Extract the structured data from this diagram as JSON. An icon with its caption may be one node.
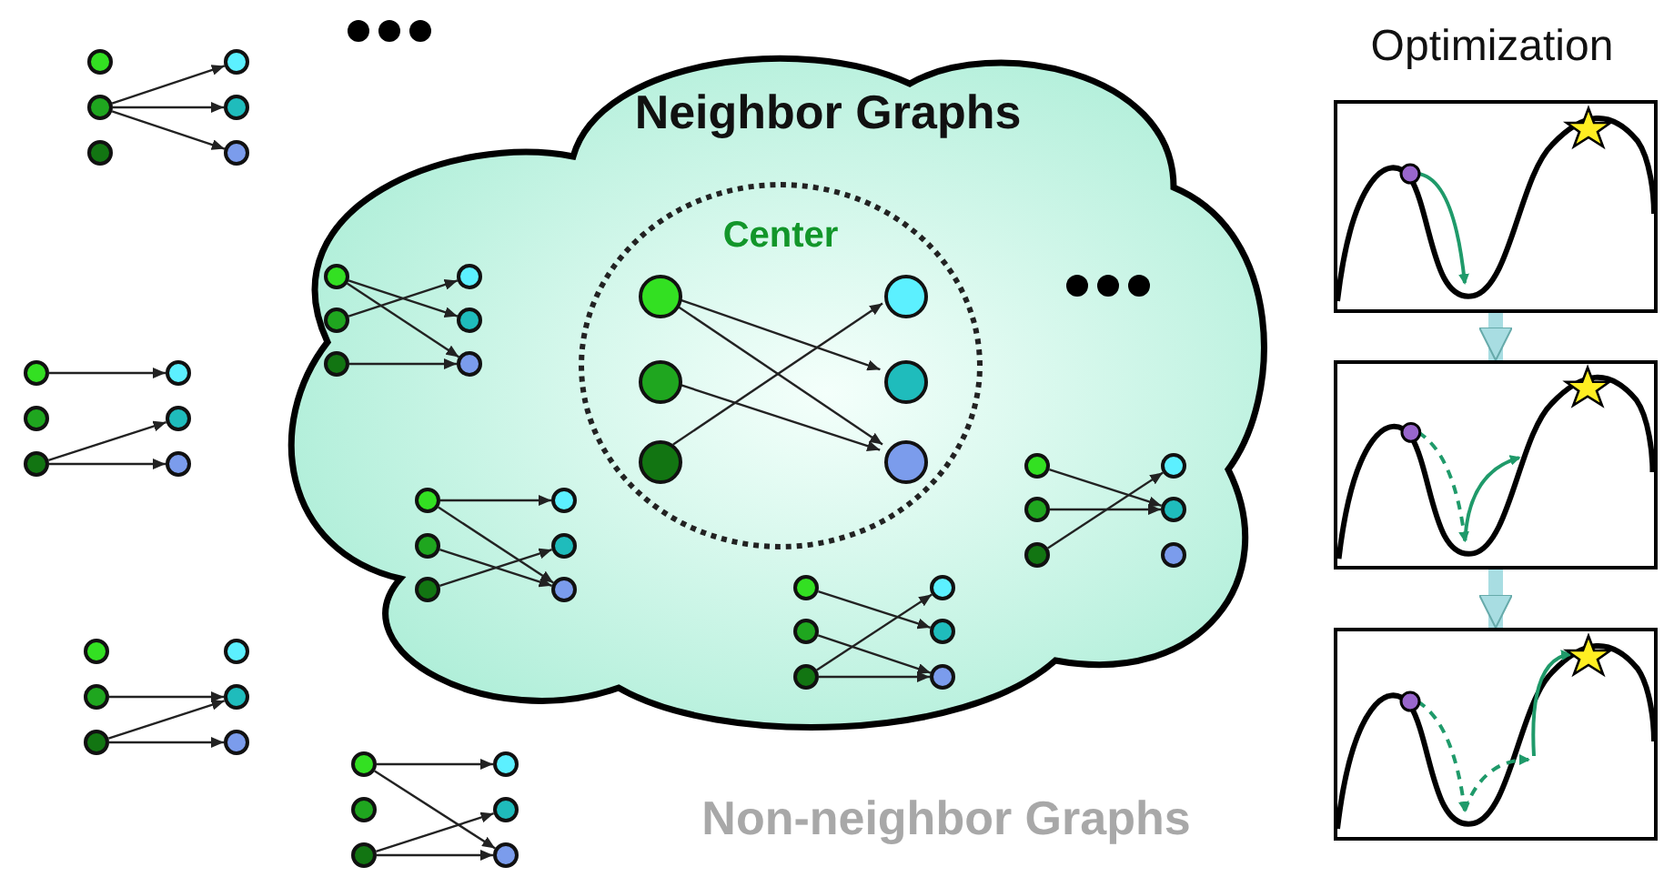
{
  "diagram": {
    "nodes": [
      {
        "text": [
          "Neighbor Graphs"
        ]
      },
      {
        "text": [
          "Center"
        ],
        "in": 0
      },
      {
        "text": [],
        "shape": "circle",
        "in": 1
      },
      {
        "text": [],
        "shape": "circle",
        "in": 1
      },
      {
        "text": [],
        "shape": "circle",
        "in": 1
      },
      {
        "text": [],
        "shape": "circle",
        "in": 1
      },
      {
        "text": [],
        "shape": "circle",
        "in": 1
      },
      {
        "text": [],
        "shape": "circle",
        "in": 1
      },
      {
        "text": [],
        "shape": "circle"
      },
      {
        "text": [],
        "shape": "circle"
      },
      {
        "text": [],
        "shape": "circle"
      },
      {
        "text": [],
        "shape": "circle"
      },
      {
        "text": [],
        "shape": "circle"
      },
      {
        "text": [],
        "shape": "circle"
      },
      {
        "text": [],
        "shape": "circle",
        "in": 0
      },
      {
        "text": [],
        "shape": "circle",
        "in": 0
      },
      {
        "text": [],
        "shape": "circle",
        "in": 0
      },
      {
        "text": [],
        "shape": "circle",
        "in": 0
      },
      {
        "text": [],
        "shape": "circle",
        "in": 0
      },
      {
        "text": [],
        "shape": "circle",
        "in": 0
      },
      {
        "text": [],
        "shape": "circle"
      },
      {
        "text": [],
        "shape": "circle"
      },
      {
        "text": [],
        "shape": "circle"
      },
      {
        "text": [],
        "shape": "circle"
      },
      {
        "text": [],
        "shape": "circle"
      },
      {
        "text": [],
        "shape": "circle"
      },
      {
        "text": [],
        "shape": "circle",
        "in": 0
      },
      {
        "text": [],
        "shape": "circle",
        "in": 0
      },
      {
        "text": [],
        "shape": "circle",
        "in": 0
      },
      {
        "text": [],
        "shape": "circle",
        "in": 0
      },
      {
        "text": [],
        "shape": "circle",
        "in": 0
      },
      {
        "text": [],
        "shape": "circle",
        "in": 0
      },
      {
        "text": [],
        "shape": "circle",
        "in": 0
      },
      {
        "text": [],
        "shape": "circle",
        "in": 0
      },
      {
        "text": [],
        "shape": "circle",
        "in": 0
      },
      {
        "text": [],
        "shape": "circle",
        "in": 0
      },
      {
        "text": [],
        "shape": "circle",
        "in": 0
      },
      {
        "text": [],
        "shape": "circle",
        "in": 0
      },
      {
        "text": [],
        "shape": "circle",
        "in": 0
      },
      {
        "text": [],
        "shape": "circle",
        "in": 0
      },
      {
        "text": [],
        "shape": "circle",
        "in": 0
      },
      {
        "text": [],
        "shape": "circle",
        "in": 0
      },
      {
        "text": [],
        "shape": "circle",
        "in": 0
      },
      {
        "text": [],
        "shape": "circle",
        "in": 0
      },
      {
        "text": [],
        "shape": "circle"
      },
      {
        "text": [],
        "shape": "circle"
      },
      {
        "text": [],
        "shape": "circle"
      },
      {
        "text": [],
        "shape": "circle"
      },
      {
        "text": [],
        "shape": "circle"
      },
      {
        "text": [],
        "shape": "circle"
      },
      {
        "text": [],
        "shape": "circle"
      },
      {
        "text": [],
        "shape": "circle"
      },
      {
        "text": [],
        "shape": "circle"
      },
      {
        "text": [],
        "shape": "circle"
      },
      {
        "text": [],
        "shape": "circle"
      },
      {
        "text": [],
        "shape": "circle"
      },
      {
        "text": [],
        "shape": "box"
      },
      {
        "text": [],
        "shape": "box"
      },
      {
        "text": [],
        "shape": "box"
      }
    ],
    "edges": [
      {
        "from": 2,
        "to": 6,
        "arrow": "to"
      },
      {
        "from": 2,
        "to": 7,
        "arrow": "to"
      },
      {
        "from": 3,
        "to": 7,
        "arrow": "to"
      },
      {
        "from": 4,
        "to": 5,
        "arrow": "to"
      },
      {
        "from": 9,
        "to": 11,
        "arrow": "to"
      },
      {
        "from": 9,
        "to": 12,
        "arrow": "to"
      },
      {
        "from": 9,
        "to": 13,
        "arrow": "to"
      },
      {
        "from": 14,
        "to": 18,
        "arrow": "to"
      },
      {
        "from": 14,
        "to": 19,
        "arrow": "to"
      },
      {
        "from": 15,
        "to": 17,
        "arrow": "to"
      },
      {
        "from": 16,
        "to": 19,
        "arrow": "to"
      },
      {
        "from": 20,
        "to": 23,
        "arrow": "to"
      },
      {
        "from": 22,
        "to": 24,
        "arrow": "to"
      },
      {
        "from": 22,
        "to": 25,
        "arrow": "to"
      },
      {
        "from": 26,
        "to": 30,
        "arrow": "to"
      },
      {
        "from": 27,
        "to": 30,
        "arrow": "to"
      },
      {
        "from": 28,
        "to": 29,
        "arrow": "to"
      },
      {
        "from": 32,
        "to": 35,
        "arrow": "to"
      },
      {
        "from": 32,
        "to": 37,
        "arrow": "to"
      },
      {
        "from": 33,
        "to": 37,
        "arrow": "to"
      },
      {
        "from": 34,
        "to": 36,
        "arrow": "to"
      },
      {
        "from": 38,
        "to": 42,
        "arrow": "to"
      },
      {
        "from": 39,
        "to": 43,
        "arrow": "to"
      },
      {
        "from": 40,
        "to": 41,
        "arrow": "to"
      },
      {
        "from": 40,
        "to": 43,
        "arrow": "to"
      },
      {
        "from": 45,
        "to": 48,
        "arrow": "to"
      },
      {
        "from": 46,
        "to": 48,
        "arrow": "to"
      },
      {
        "from": 46,
        "to": 49,
        "arrow": "to"
      },
      {
        "from": 50,
        "to": 53,
        "arrow": "to"
      },
      {
        "from": 50,
        "to": 55,
        "arrow": "to"
      },
      {
        "from": 52,
        "to": 54,
        "arrow": "to"
      },
      {
        "from": 52,
        "to": 55,
        "arrow": "to"
      },
      {
        "from": 56,
        "to": 57,
        "arrow": "to",
        "style": "thick",
        "color": "#a8dde2"
      },
      {
        "from": 57,
        "to": 58,
        "arrow": "to",
        "style": "thick",
        "color": "#a8dde2"
      }
    ],
    "labels": [
      "Optimization",
      "Non-neighbor Graphs"
    ]
  }
}
